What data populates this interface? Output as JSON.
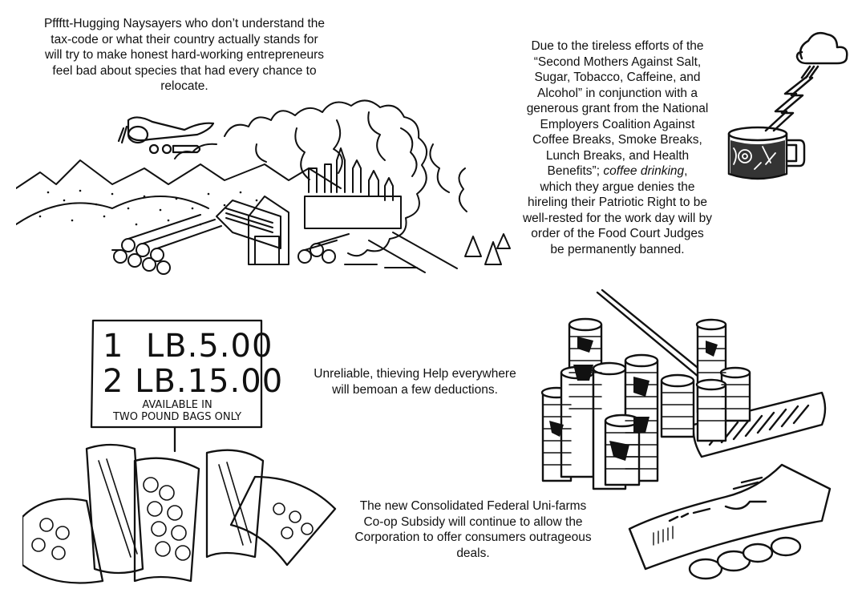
{
  "page": {
    "background": "#ffffff",
    "ink_color": "#111111"
  },
  "captions": {
    "naysayers": "Pffftt-Hugging Naysayers who don’t understand the tax-code or what their country actually stands for will try to make honest hard-working entrepreneurs feel bad about species that had every chance to relocate.",
    "naysayers_lines": [
      "Pffftt-Hugging Naysayers who don’t understand the",
      "tax-code or what their country actually stands for",
      "will try to make honest hard-working entrepreneurs",
      "feel bad about species that had every chance to",
      "relocate."
    ],
    "coffee_lines": [
      "Due to the tireless efforts of the",
      "“Second Mothers Against Salt,",
      "Sugar, Tobacco, Caffeine, and",
      "Alcohol” in conjunction with a",
      "generous grant from the National",
      "Employers Coalition Against",
      "Coffee Breaks, Smoke Breaks,",
      "Lunch Breaks, and Health"
    ],
    "coffee_benefits_prefix": "Benefits”; ",
    "coffee_benefits_italic": "coffee drinking",
    "coffee_benefits_suffix": ",",
    "coffee_tail_lines": [
      "which they argue denies the",
      "hireling their Patriotic Right to be",
      "well-rested for the work day will by",
      "order of the Food Court Judges",
      "be permanently banned."
    ],
    "help_lines": [
      "Unreliable, thieving Help everywhere",
      "will bemoan a few deductions."
    ],
    "unifarms_lines": [
      "The new Consolidated Federal Uni-farms",
      "Co-op Subsidy will continue to allow the",
      "Corporation to offer consumers outrageous",
      "deals."
    ]
  },
  "price_sign": {
    "line1_qty": "1",
    "line1_unit": "LB.",
    "line1_price": "5.00",
    "line2_qty": "2",
    "line2_unit": "LB.",
    "line2_price": "15.00",
    "note_line1": "AVAILABLE IN",
    "note_line2": "TWO POUND BAGS ONLY"
  },
  "illustrations": {
    "logging": "logging-landscape-illustration",
    "coffee": "coffee-mug-storm-cloud-illustration",
    "produce": "produce-bags-price-sign-illustration",
    "coins": "coin-stacks-broom-paycheck-illustration"
  }
}
